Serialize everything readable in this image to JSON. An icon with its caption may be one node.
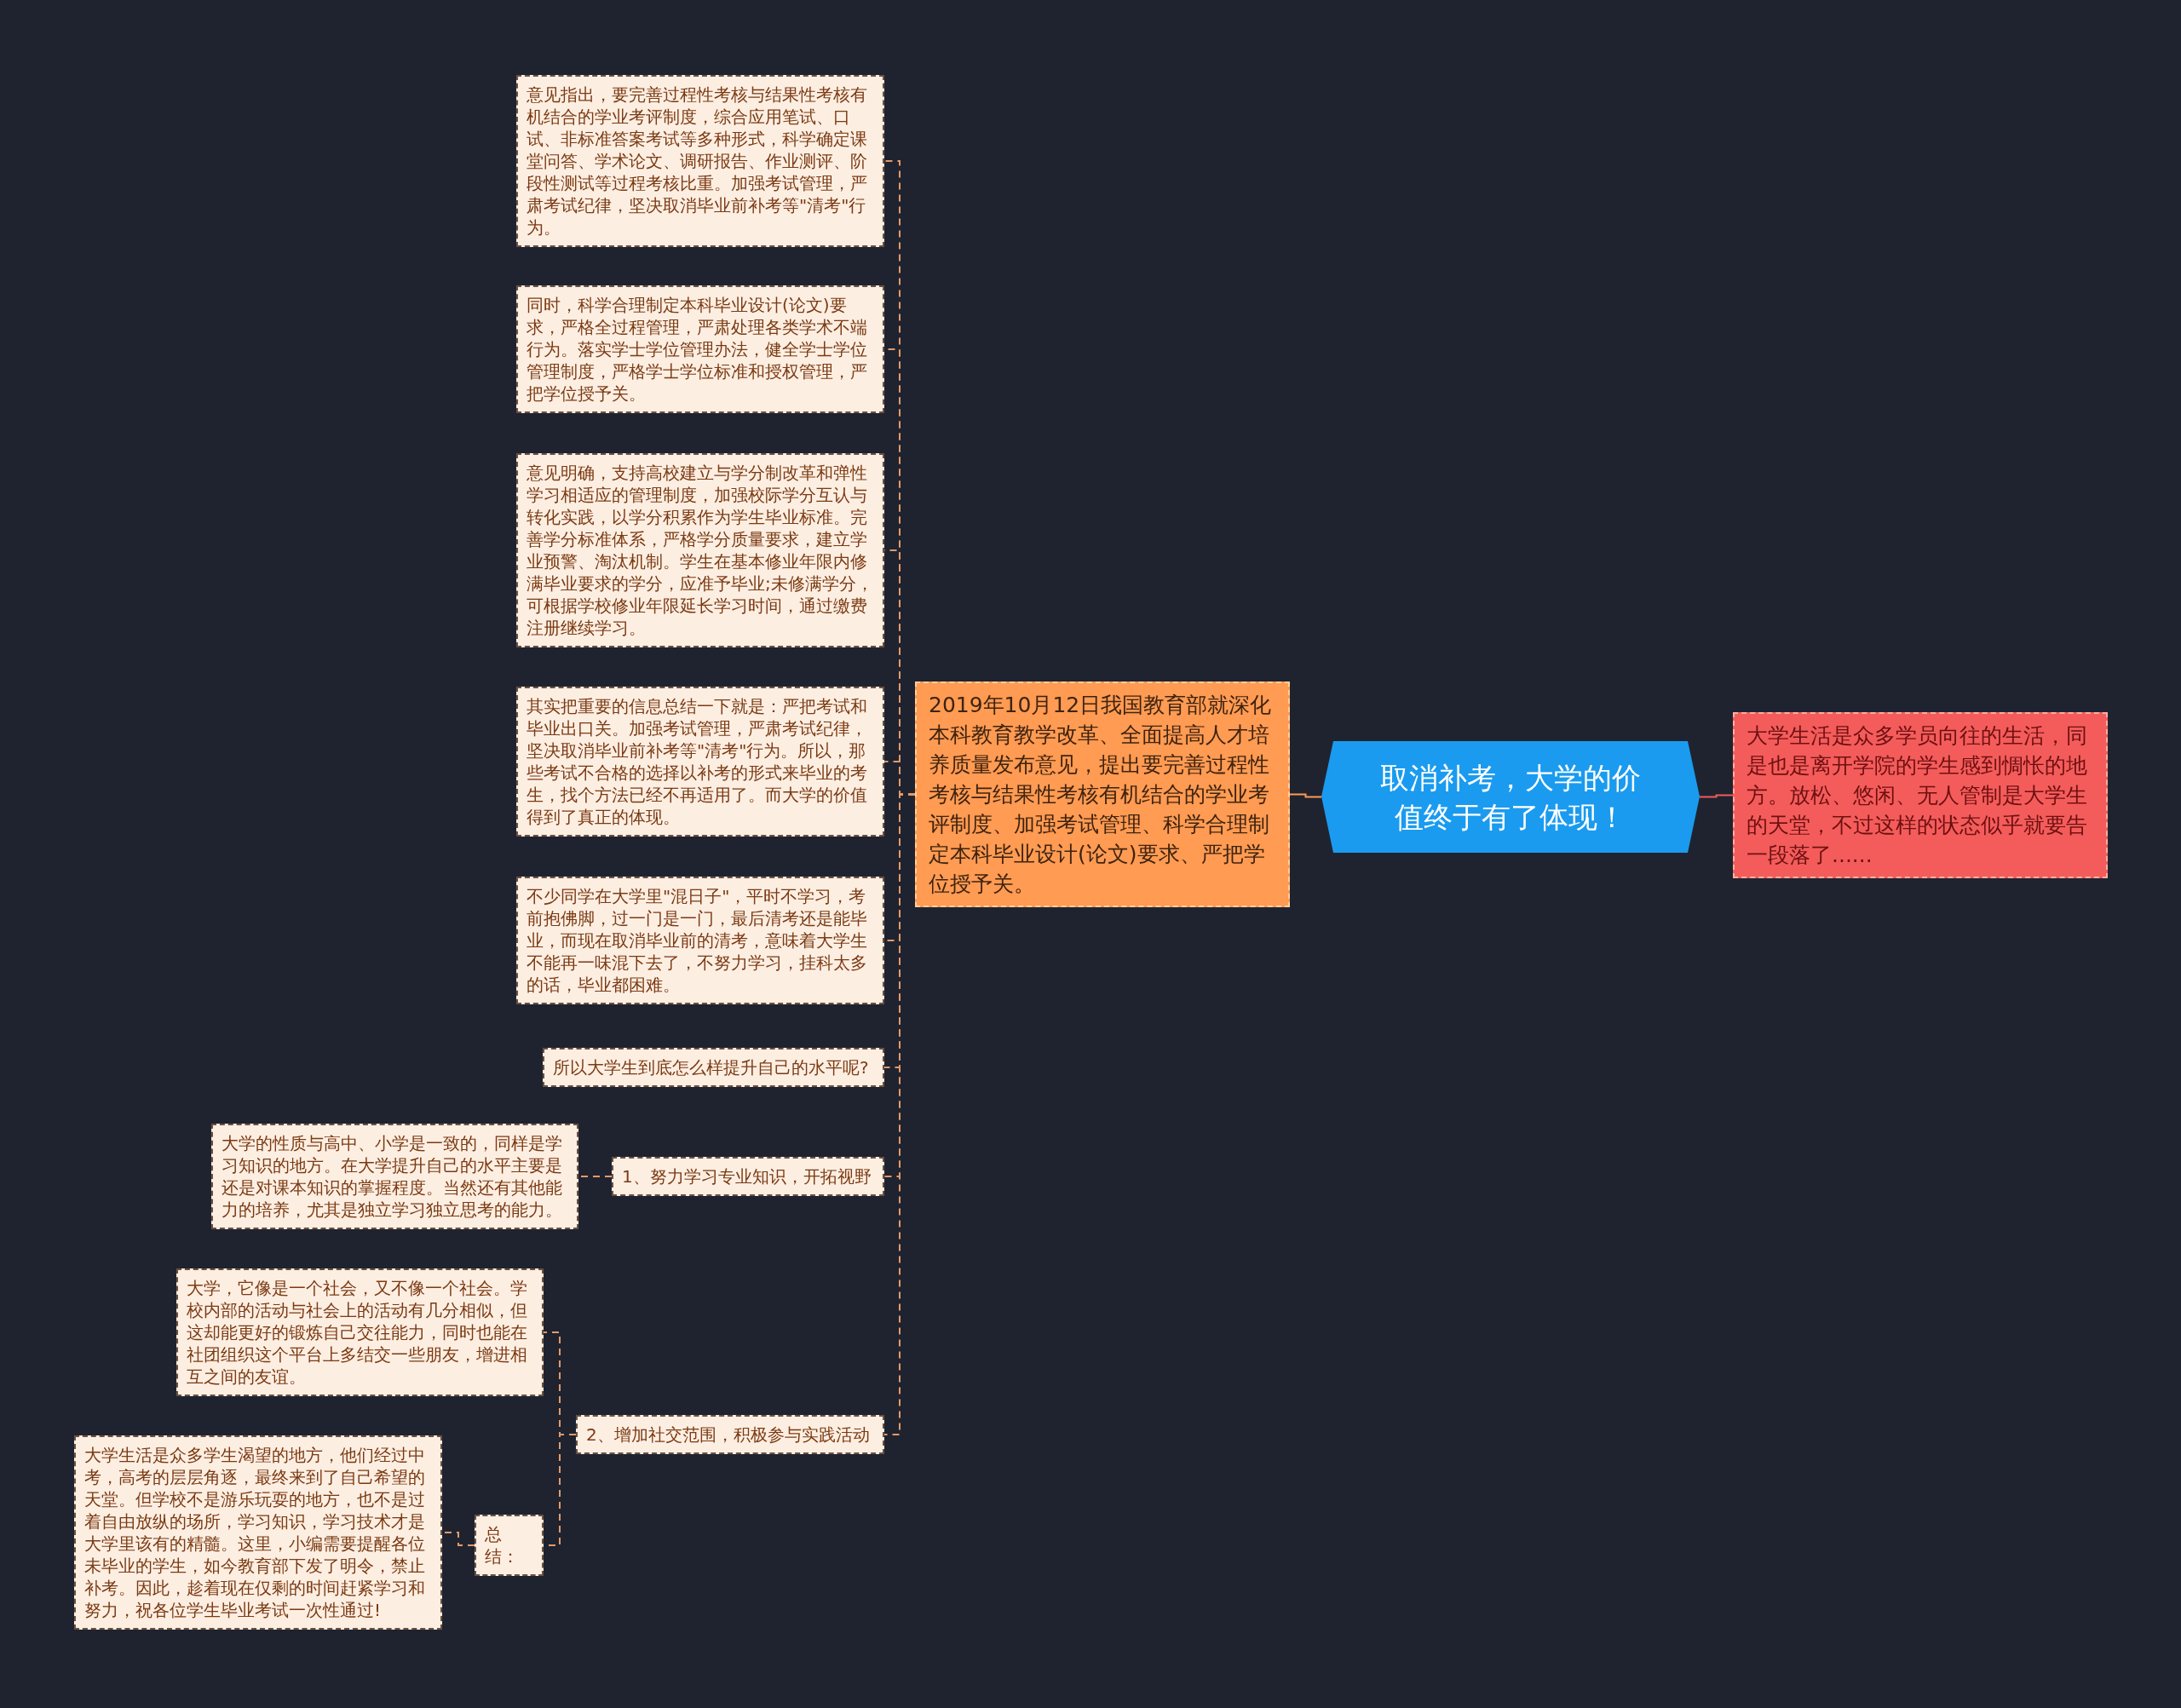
{
  "diagram": {
    "nodes": [
      {
        "text": [
          "取消补考，大学的价值终于有了体现！"
        ]
      },
      {
        "text": [
          "大学生活是众多学员向往的生活，同是也是离开学院的学生感到惆怅的地方。放松、悠闲、无人管制是大学生的天堂，不过这样的状态似乎就要告一段落了......"
        ]
      },
      {
        "text": [
          "2019年10月12日我国教育部就深化本科教育教学改革、全面提高人才培养质量发布意见，提出要完善过程性考核与结果性考核有机结合的学业考评制度、加强考试管理、科学合理制定本科毕业设计(论文)要求、严把学位授予关。"
        ]
      },
      {
        "text": [
          "意见指出，要完善过程性考核与结果性考核有机结合的学业考评制度，综合应用笔试、口试、非标准答案考试等多种形式，科学确定课堂问答、学术论文、调研报告、作业测评、阶段性测试等过程考核比重。加强考试管理，严肃考试纪律，坚决取消毕业前补考等\"清考\"行为。"
        ]
      },
      {
        "text": [
          "同时，科学合理制定本科毕业设计(论文)要求，严格全过程管理，严肃处理各类学术不端行为。落实学士学位管理办法，健全学士学位管理制度，严格学士学位标准和授权管理，严把学位授予关。"
        ]
      },
      {
        "text": [
          "意见明确，支持高校建立与学分制改革和弹性学习相适应的管理制度，加强校际学分互认与转化实践，以学分积累作为学生毕业标准。完善学分标准体系，严格学分质量要求，建立学业预警、淘汰机制。学生在基本修业年限内修满毕业要求的学分，应准予毕业;未修满学分，可根据学校修业年限延长学习时间，通过缴费注册继续学习。"
        ]
      },
      {
        "text": [
          "其实把重要的信息总结一下就是：严把考试和毕业出口关。加强考试管理，严肃考试纪律，坚决取消毕业前补考等\"清考\"行为。所以，那些考试不合格的选择以补考的形式来毕业的考生，找个方法已经不再适用了。而大学的价值得到了真正的体现。"
        ]
      },
      {
        "text": [
          "不少同学在大学里\"混日子\"，平时不学习，考前抱佛脚，过一门是一门，最后清考还是能毕业，而现在取消毕业前的清考，意味着大学生不能再一味混下去了，不努力学习，挂科太多的话，毕业都困难。"
        ]
      },
      {
        "text": [
          "所以大学生到底怎么样提升自己的水平呢?"
        ]
      },
      {
        "text": [
          "1、努力学习专业知识，开拓视野"
        ]
      },
      {
        "text": [
          "大学的性质与高中、小学是一致的，同样是学习知识的地方。在大学提升自己的水平主要是还是对课本知识的掌握程度。当然还有其他能力的培养，尤其是独立学习独立思考的能力。"
        ]
      },
      {
        "text": [
          "2、增加社交范围，积极参与实践活动"
        ]
      },
      {
        "text": [
          "大学，它像是一个社会，又不像一个社会。学校内部的活动与社会上的活动有几分相似，但这却能更好的锻炼自己交往能力，同时也能在社团组织这个平台上多结交一些朋友，增进相互之间的友谊。"
        ]
      },
      {
        "text": [
          "总结："
        ]
      },
      {
        "text": [
          "大学生活是众多学生渴望的地方，他们经过中考，高考的层层角逐，最终来到了自己希望的天堂。但学校不是游乐玩耍的地方，也不是过着自由放纵的场所，学习知识，学习技术才是大学里该有的精髓。这里，小编需要提醒各位未毕业的学生，如今教育部下发了明令，禁止补考。因此，趁着现在仅剩的时间赶紧学习和努力，祝各位学生毕业考试一次性通过!"
        ]
      }
    ],
    "edges": [
      {
        "from": 0,
        "to": 1,
        "arrow": "none",
        "color": "#f25c5c"
      },
      {
        "from": 0,
        "to": 2,
        "arrow": "none",
        "color": "#ff9b52"
      },
      {
        "from": 2,
        "to": 3,
        "arrow": "none",
        "style": "dashed"
      },
      {
        "from": 2,
        "to": 4,
        "arrow": "none",
        "style": "dashed"
      },
      {
        "from": 2,
        "to": 5,
        "arrow": "none",
        "style": "dashed"
      },
      {
        "from": 2,
        "to": 6,
        "arrow": "none",
        "style": "dashed"
      },
      {
        "from": 2,
        "to": 7,
        "arrow": "none",
        "style": "dashed"
      },
      {
        "from": 2,
        "to": 8,
        "arrow": "none",
        "style": "dashed"
      },
      {
        "from": 2,
        "to": 9,
        "arrow": "none",
        "style": "dashed"
      },
      {
        "from": 9,
        "to": 10,
        "arrow": "none",
        "style": "dashed"
      },
      {
        "from": 2,
        "to": 11,
        "arrow": "none",
        "style": "dashed"
      },
      {
        "from": 11,
        "to": 12,
        "arrow": "none",
        "style": "dashed"
      },
      {
        "from": 11,
        "to": 13,
        "arrow": "none",
        "style": "dashed"
      },
      {
        "from": 13,
        "to": 14,
        "arrow": "none",
        "style": "dashed"
      }
    ]
  }
}
